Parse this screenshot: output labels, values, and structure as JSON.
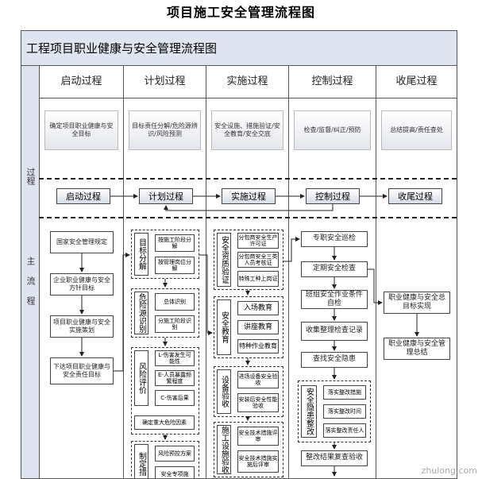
{
  "page_title": "项目施工安全管理流程图",
  "main_title": "工程项目职业健康与安全管理流程图",
  "side": {
    "process": "过程",
    "flow": "主流程"
  },
  "columns": [
    {
      "head": "启动过程",
      "desc": "确定项目职业健康与安全目标",
      "proc": "启动过程"
    },
    {
      "head": "计划过程",
      "desc": "目标责任分解/危险源辨识/风险预测",
      "proc": "计划过程"
    },
    {
      "head": "实施过程",
      "desc": "安全设施、措施验证/安全教育/安全交底",
      "proc": "实施过程"
    },
    {
      "head": "控制过程",
      "desc": "检查/监督/纠正/预防",
      "proc": "控制过程"
    },
    {
      "head": "收尾过程",
      "desc": "总结提高/责任查处",
      "proc": "收尾过程"
    }
  ],
  "start_flow": [
    "国家安全管理规定",
    "企业职业健康与安全方针目标",
    "项目职业健康与安全实施策划",
    "下达项目职业健康与安全责任目标"
  ],
  "plan": {
    "g1_label": "目标分解",
    "g1_items": [
      "按施工阶段分解",
      "按管理岗位分解"
    ],
    "g2_label": "危险源识别",
    "g2_items": [
      "总体识别",
      "分施工阶段识别"
    ],
    "g3_label": "风险评价",
    "g3_items": [
      "L-伤害发生可能性",
      "E-人员暴露频繁程度",
      "C-伤害后果"
    ],
    "confirm": "确定重大危险因素",
    "g4_label": "制定措",
    "g4_items": [
      "风险预控方案",
      "安全专项施"
    ]
  },
  "impl": {
    "g1_label": "安全资质验证",
    "g1_items": [
      "分包商安全生产许可证",
      "分包商安全三类人员考核证",
      "特殊工种上岗证"
    ],
    "g2_label": "安全教育",
    "g2_items": [
      "入场教育",
      "讲座教育",
      "特种作业教育"
    ],
    "g3_label": "设备验收",
    "g3_items": [
      "进场设备安全验收",
      "安装后安全性能验收"
    ],
    "g4_label": "施工设施验收",
    "g4_items": [
      "安全技术措施评审",
      "安全技术措施实施后评审"
    ]
  },
  "control": {
    "items": [
      "专职安全巡检",
      "定期安全检查",
      "班组安全作业条件自检",
      "收集整理检查记录",
      "查找安全隐患"
    ],
    "g_label": "安全隐患整改",
    "g_items": [
      "落实整改措施",
      "落实整改时间",
      "落实整改责任人"
    ],
    "final": "整改结果复查验收"
  },
  "close": [
    "职业健康与安全总目标实现",
    "职业健康与安全管理总结"
  ],
  "watermark": "zhulong.com"
}
